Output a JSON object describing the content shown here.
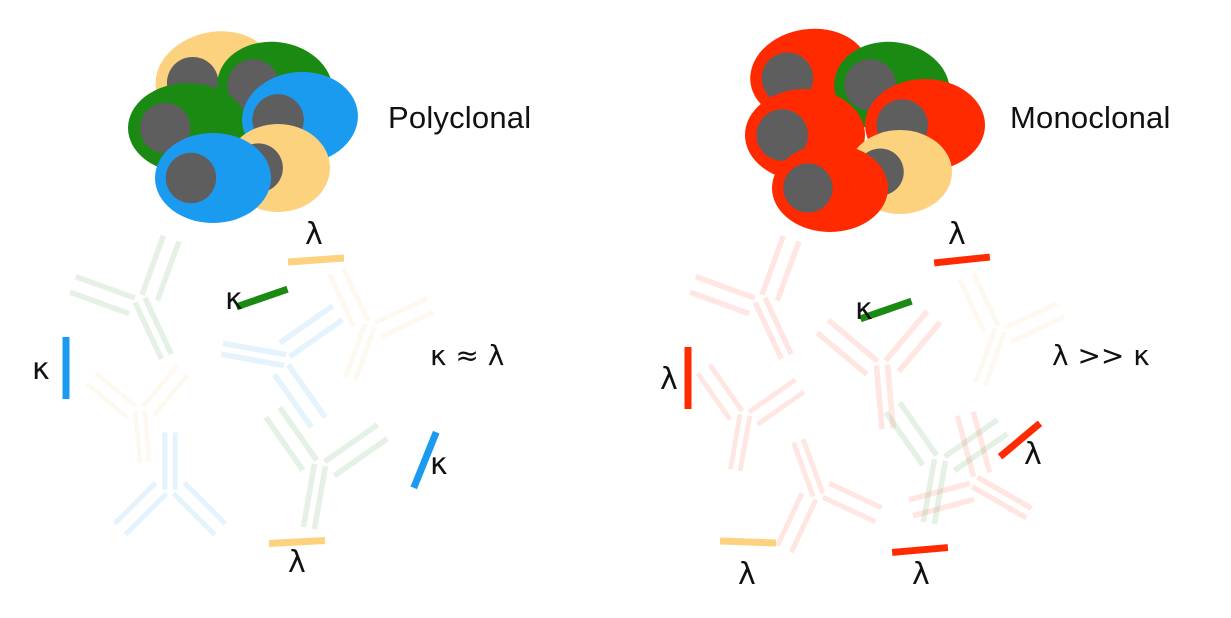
{
  "colors": {
    "green": "#1a8a12",
    "blue": "#1a9bf0",
    "yellow": "#fcd27f",
    "red": "#ff2a00",
    "nucleus": "#5e5e5e",
    "text": "#111111"
  },
  "panels": [
    {
      "id": "polyclonal",
      "title": "Polyclonal",
      "ratio": "κ ≈ λ",
      "cell_colors": [
        "yellow",
        "green",
        "green",
        "blue",
        "yellow",
        "blue"
      ],
      "antibody_colors": [
        "green",
        "yellow",
        "blue",
        "yellow",
        "blue",
        "green"
      ],
      "free_chains": [
        {
          "label": "λ",
          "color": "yellow"
        },
        {
          "label": "κ",
          "color": "green"
        },
        {
          "label": "κ",
          "color": "blue"
        },
        {
          "label": "κ",
          "color": "blue"
        },
        {
          "label": "λ",
          "color": "yellow"
        }
      ]
    },
    {
      "id": "monoclonal",
      "title": "Monoclonal",
      "ratio": "λ >> κ",
      "cell_colors": [
        "red",
        "green",
        "red",
        "red",
        "yellow",
        "red"
      ],
      "antibody_colors": [
        "red",
        "red",
        "red",
        "yellow",
        "red",
        "red",
        "green"
      ],
      "free_chains": [
        {
          "label": "λ",
          "color": "red"
        },
        {
          "label": "κ",
          "color": "green"
        },
        {
          "label": "λ",
          "color": "red"
        },
        {
          "label": "λ",
          "color": "red"
        },
        {
          "label": "λ",
          "color": "yellow"
        },
        {
          "label": "λ",
          "color": "red"
        }
      ]
    }
  ]
}
